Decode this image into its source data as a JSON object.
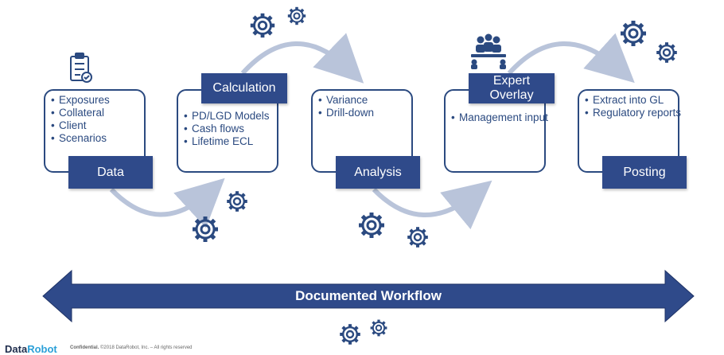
{
  "stages": [
    {
      "label": "Data",
      "items": [
        "Exposures",
        "Collateral",
        "Client",
        "Scenarios"
      ]
    },
    {
      "label": "Calculation",
      "items": [
        "PD/LGD Models",
        "Cash flows",
        "Lifetime ECL"
      ]
    },
    {
      "label": "Analysis",
      "items": [
        "Variance",
        "Drill-down"
      ]
    },
    {
      "label": "Expert Overlay",
      "items": [
        "Management input"
      ]
    },
    {
      "label": "Posting",
      "items": [
        "Extract into GL",
        "Regulatory reports"
      ]
    }
  ],
  "workflow_label": "Documented Workflow",
  "footer": {
    "brand_a": "Data",
    "brand_b": "Robot",
    "confidential": "Confidential.",
    "copyright": "©2018 DataRobot, Inc. – All rights reserved"
  },
  "colors": {
    "primary": "#2f4a8a",
    "arrow_light": "#b9c4da",
    "gear": "#2b4a80"
  }
}
